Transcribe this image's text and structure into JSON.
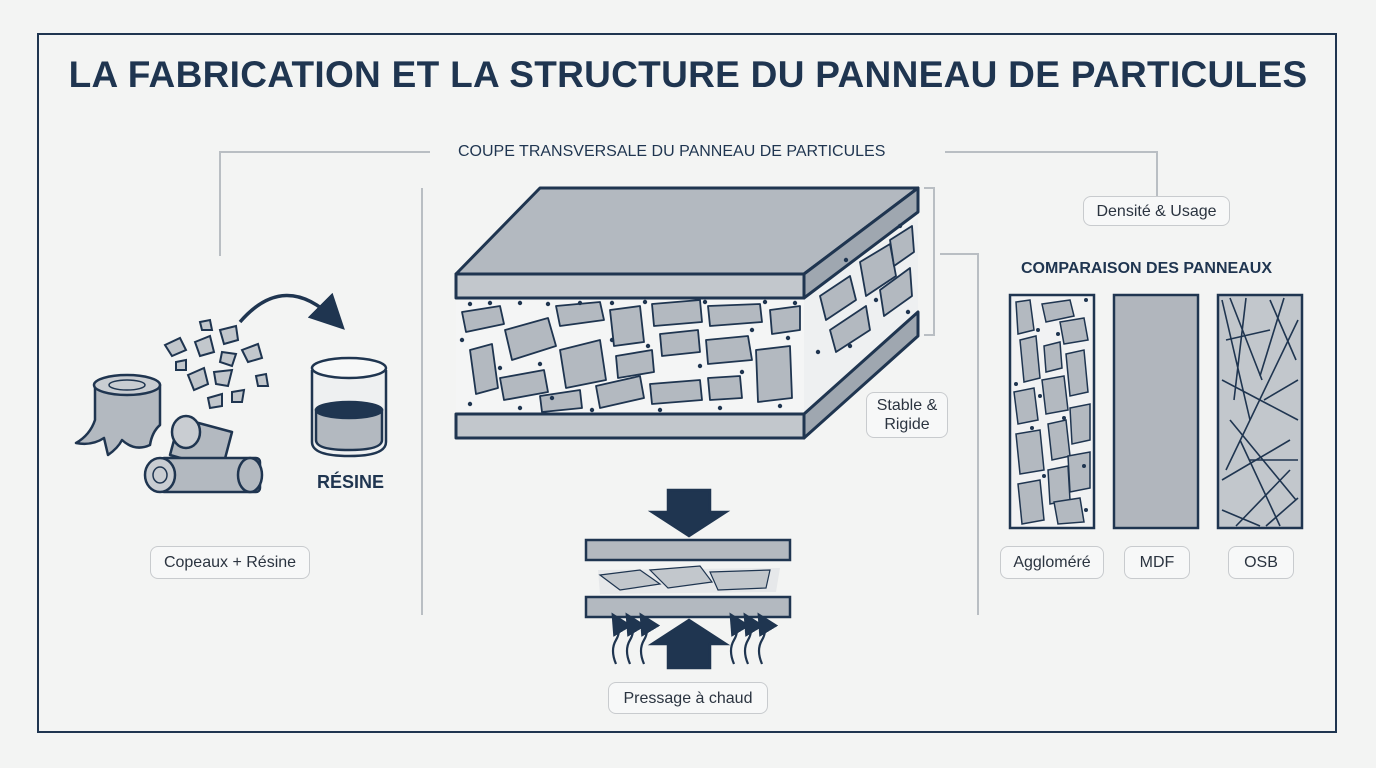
{
  "title": "LA FABRICATION ET LA STRUCTURE DU PANNEAU DE PARTICULES",
  "cross_section": {
    "label": "COUPE TRANSVERSALE DU PANNEAU DE PARTICULES",
    "property_badge": "Stable & Rigide"
  },
  "materials": {
    "resin_label": "RÉSINE",
    "badge": "Copeaux + Résine"
  },
  "pressing": {
    "badge": "Pressage à chaud"
  },
  "comparison": {
    "badge": "Densité & Usage",
    "heading": "COMPARAISON DES PANNEAUX",
    "panels": [
      {
        "label": "Aggloméré"
      },
      {
        "label": "MDF"
      },
      {
        "label": "OSB"
      }
    ]
  },
  "colors": {
    "navy": "#1f3550",
    "panel_gray": "#a9b0b8",
    "line_gray": "#b9bec3"
  }
}
